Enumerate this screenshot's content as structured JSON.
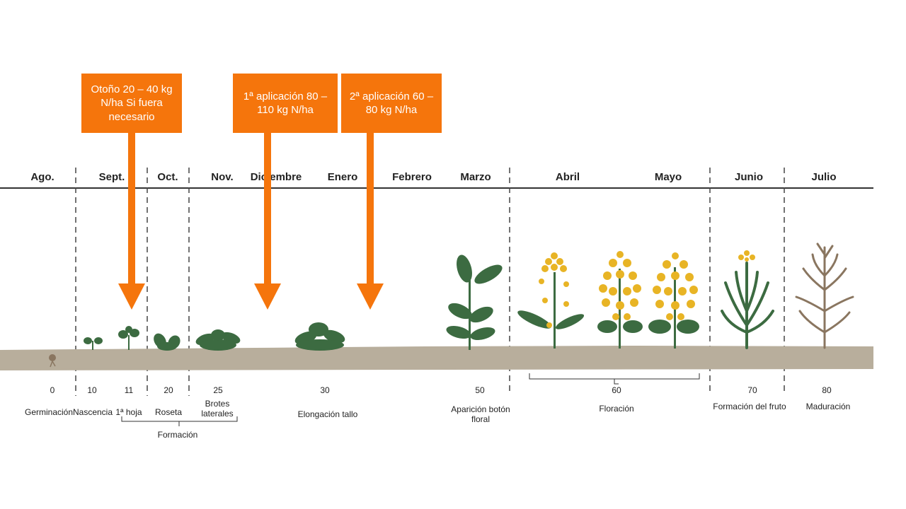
{
  "months": [
    {
      "label": "Ago."
    },
    {
      "label": "Sept."
    },
    {
      "label": "Oct."
    },
    {
      "label": "Nov."
    },
    {
      "label": "Diciembre"
    },
    {
      "label": "Enero"
    },
    {
      "label": "Febrero"
    },
    {
      "label": "Marzo"
    },
    {
      "label": "Abril"
    },
    {
      "label": "Mayo"
    },
    {
      "label": "Junio"
    },
    {
      "label": "Julio"
    }
  ],
  "stages": [
    {
      "code": "0",
      "label": "Germinación"
    },
    {
      "code": "10",
      "label": "Nascencia"
    },
    {
      "code": "11",
      "label": "1ª hoja"
    },
    {
      "code": "20",
      "label": "Roseta"
    },
    {
      "code": "25",
      "label": "Brotes laterales"
    },
    {
      "code": "30",
      "label": "Elongación tallo"
    },
    {
      "code": "50",
      "label": "Aparición botón floral"
    },
    {
      "code": "60",
      "label": "Floración"
    },
    {
      "code": "70",
      "label": "Formación del fruto"
    },
    {
      "code": "80",
      "label": "Maduración"
    }
  ],
  "group_label": "Formación",
  "callouts": [
    {
      "text": "Otoño 20 – 40 kg N/ha Si fuera necesario"
    },
    {
      "text": "1ª aplicación 80 – 110 kg N/ha"
    },
    {
      "text": "2ª aplicación 60 – 80 kg N/ha"
    }
  ],
  "colors": {
    "accent": "#f5750c",
    "soil": "#b8ae9c",
    "leaf": "#3c6b41",
    "flower": "#e8b425",
    "dry": "#8a7660"
  }
}
